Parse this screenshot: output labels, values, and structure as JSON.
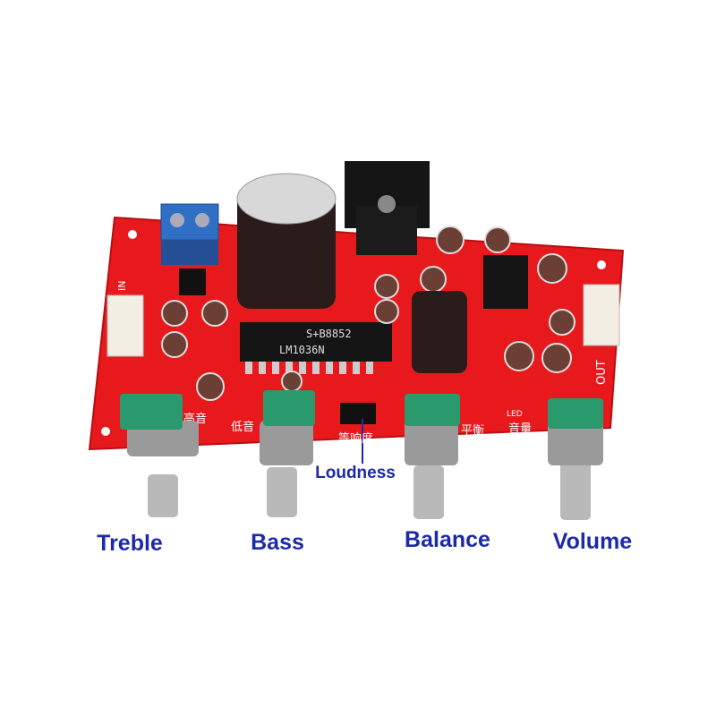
{
  "product": {
    "chip_line1": "S+B8852",
    "chip_line2": "LM1036N",
    "silkscreen": {
      "treble": "高音",
      "bass": "低音",
      "loudness": "等响度",
      "balance": "平衡",
      "volume": "音量",
      "out": "OUT",
      "in": "IN",
      "led": "LED"
    }
  },
  "captions": {
    "treble": "Treble",
    "bass": "Bass",
    "loudness": "Loudness",
    "balance": "Balance",
    "volume": "Volume"
  },
  "colors": {
    "board": "#e8191c",
    "caption": "#1c2aa8",
    "knob_cap": "#2a9a6e"
  }
}
